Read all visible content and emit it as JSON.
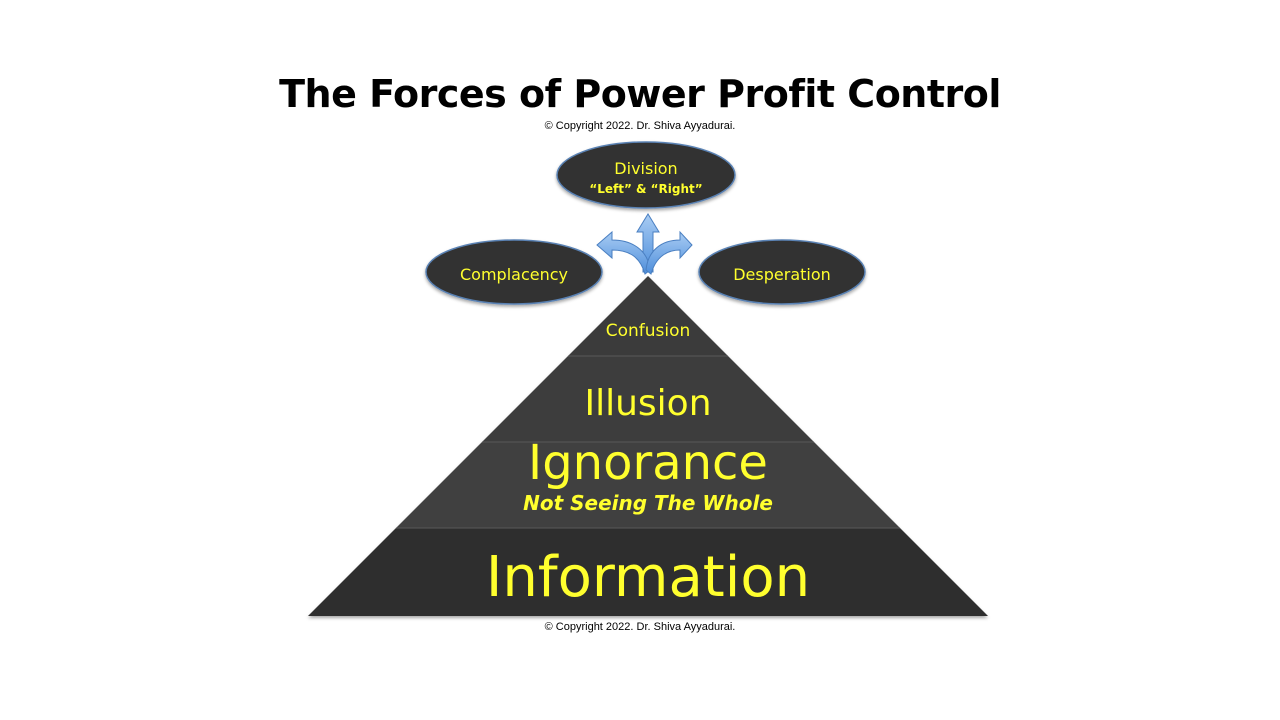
{
  "title": "The Forces of Power Profit Control",
  "copyright_top": "© Copyright 2022. Dr. Shiva Ayyadurai.",
  "copyright_bottom": "© Copyright 2022. Dr. Shiva Ayyadurai.",
  "ovals": {
    "division": {
      "label": "Division",
      "sublabel": "“Left” & “Right”"
    },
    "complacency": {
      "label": "Complacency"
    },
    "desperation": {
      "label": "Desperation"
    }
  },
  "pyramid": {
    "confusion": {
      "label": "Confusion"
    },
    "illusion": {
      "label": "Illusion"
    },
    "ignorance": {
      "label": "Ignorance",
      "sublabel": "Not Seeing The Whole"
    },
    "information": {
      "label": "Information"
    }
  },
  "colors": {
    "text_yellow": "#ffff2e",
    "layer_dark": "#2e2e2e",
    "layer_mid": "#3f3f3f",
    "oval_fill": "#333333",
    "oval_stroke": "#5a82b4",
    "arrow_fill": "#6fa8e8"
  }
}
